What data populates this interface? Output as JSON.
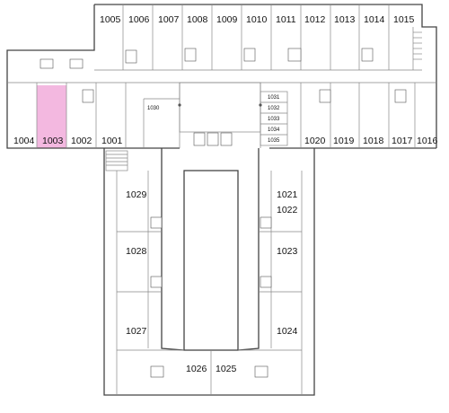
{
  "highlight_color": "#f3b8e0",
  "rooms": {
    "r1001": "1001",
    "r1002": "1002",
    "r1003": "1003",
    "r1004": "1004",
    "r1005": "1005",
    "r1006": "1006",
    "r1007": "1007",
    "r1008": "1008",
    "r1009": "1009",
    "r1010": "1010",
    "r1011": "1011",
    "r1012": "1012",
    "r1013": "1013",
    "r1014": "1014",
    "r1015": "1015",
    "r1016": "1016",
    "r1017": "1017",
    "r1018": "1018",
    "r1019": "1019",
    "r1020": "1020",
    "r1021": "1021",
    "r1022": "1022",
    "r1023": "1023",
    "r1024": "1024",
    "r1025": "1025",
    "r1026": "1026",
    "r1027": "1027",
    "r1028": "1028",
    "r1029": "1029",
    "r1030": "1030",
    "r1031": "1031",
    "r1032": "1032",
    "r1033": "1033",
    "r1034": "1034",
    "r1035": "1035"
  },
  "selected_room": "1003"
}
